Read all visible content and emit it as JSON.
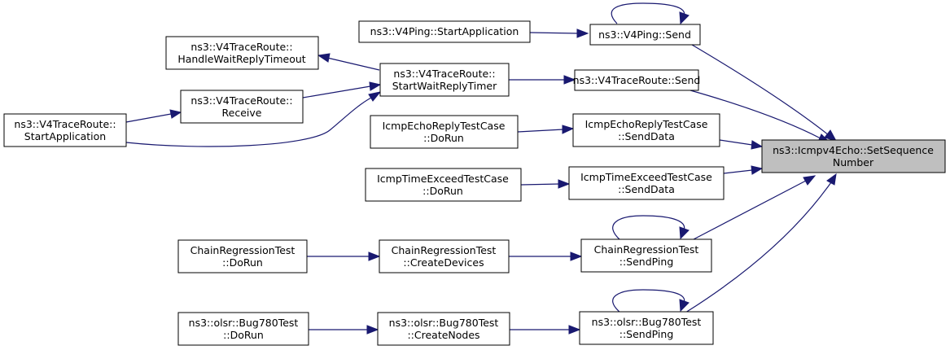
{
  "graph": {
    "root": {
      "lines": [
        "ns3::Icmpv4Echo::SetSequence",
        "Number"
      ]
    },
    "nodes": {
      "v4ping_start": {
        "lines": [
          "ns3::V4Ping::StartApplication"
        ]
      },
      "v4ping_send": {
        "lines": [
          "ns3::V4Ping::Send"
        ]
      },
      "tr_handle": {
        "lines": [
          "ns3::V4TraceRoute::",
          "HandleWaitReplyTimeout"
        ]
      },
      "tr_startwait": {
        "lines": [
          "ns3::V4TraceRoute::",
          "StartWaitReplyTimer"
        ]
      },
      "tr_send": {
        "lines": [
          "ns3::V4TraceRoute::Send"
        ]
      },
      "tr_receive": {
        "lines": [
          "ns3::V4TraceRoute::",
          "Receive"
        ]
      },
      "tr_startapp": {
        "lines": [
          "ns3::V4TraceRoute::",
          "StartApplication"
        ]
      },
      "echo_dorun": {
        "lines": [
          "IcmpEchoReplyTestCase",
          "::DoRun"
        ]
      },
      "echo_send": {
        "lines": [
          "IcmpEchoReplyTestCase",
          "::SendData"
        ]
      },
      "exceed_dorun": {
        "lines": [
          "IcmpTimeExceedTestCase",
          "::DoRun"
        ]
      },
      "exceed_send": {
        "lines": [
          "IcmpTimeExceedTestCase",
          "::SendData"
        ]
      },
      "chain_dorun": {
        "lines": [
          "ChainRegressionTest",
          "::DoRun"
        ]
      },
      "chain_create": {
        "lines": [
          "ChainRegressionTest",
          "::CreateDevices"
        ]
      },
      "chain_ping": {
        "lines": [
          "ChainRegressionTest",
          "::SendPing"
        ]
      },
      "olsr_dorun": {
        "lines": [
          "ns3::olsr::Bug780Test",
          "::DoRun"
        ]
      },
      "olsr_create": {
        "lines": [
          "ns3::olsr::Bug780Test",
          "::CreateNodes"
        ]
      },
      "olsr_ping": {
        "lines": [
          "ns3::olsr::Bug780Test",
          "::SendPing"
        ]
      }
    },
    "colors": {
      "edge": "#191970",
      "root_fill": "#bfbfbf",
      "node_fill": "#ffffff",
      "border": "#000000"
    }
  }
}
